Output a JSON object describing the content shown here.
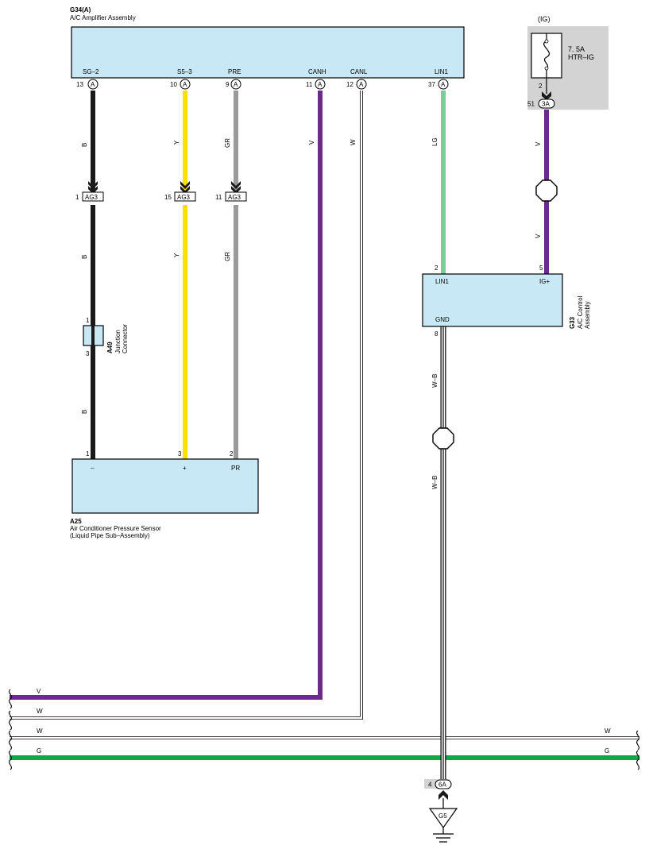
{
  "amplifier": {
    "code": "G34(A)",
    "name": "A/C Amplifier Assembly",
    "pins": [
      {
        "num": "13",
        "label": "SG–2",
        "letter": "A"
      },
      {
        "num": "10",
        "label": "S5–3",
        "letter": "A"
      },
      {
        "num": "9",
        "label": "PRE",
        "letter": "A"
      },
      {
        "num": "11",
        "label": "CANH",
        "letter": "A"
      },
      {
        "num": "12",
        "label": "CANL",
        "letter": "A"
      },
      {
        "num": "37",
        "label": "LIN1",
        "letter": "A"
      }
    ]
  },
  "fuse": {
    "source": "(IG)",
    "rating": "7. 5A",
    "name": "HTR–IG",
    "pin_num": "2",
    "connector_num": "51",
    "connector": "3A"
  },
  "ag3": {
    "connector": "AG3",
    "pins": [
      "1",
      "15",
      "11"
    ]
  },
  "junction": {
    "code": "A49",
    "name1": "Junction",
    "name2": "Connector",
    "pin_top": "1",
    "pin_bottom": "3"
  },
  "sensor": {
    "code": "A25",
    "name1": "Air Conditioner Pressure Sensor",
    "name2": "(Liquid Pipe Sub–Assembly)",
    "pins": [
      {
        "num": "1",
        "label": "–"
      },
      {
        "num": "3",
        "label": "+"
      },
      {
        "num": "2",
        "label": "PR"
      }
    ]
  },
  "control": {
    "code": "G33",
    "name1": "A/C Control",
    "name2": "Assembly",
    "lin_label": "LIN1",
    "lin_num": "2",
    "ig_label": "IG+",
    "ig_num": "5",
    "gnd_label": "GND",
    "gnd_num": "8"
  },
  "wire_colors": {
    "B": "B",
    "Y": "Y",
    "GR": "GR",
    "V": "V",
    "W": "W",
    "LG": "LG",
    "WB": "W–B",
    "G": "G"
  },
  "ground": {
    "connector_num": "4",
    "connector": "6A",
    "point": "G5"
  },
  "colors": {
    "black": "#1a1a1a",
    "yellow": "#ffe000",
    "gray": "#9a9a9a",
    "violet": "#6a2a90",
    "light_green": "#7ccb98",
    "green": "#0da84a",
    "component_fill": "#c8e8f5",
    "fuse_panel": "#d3d3d3"
  }
}
